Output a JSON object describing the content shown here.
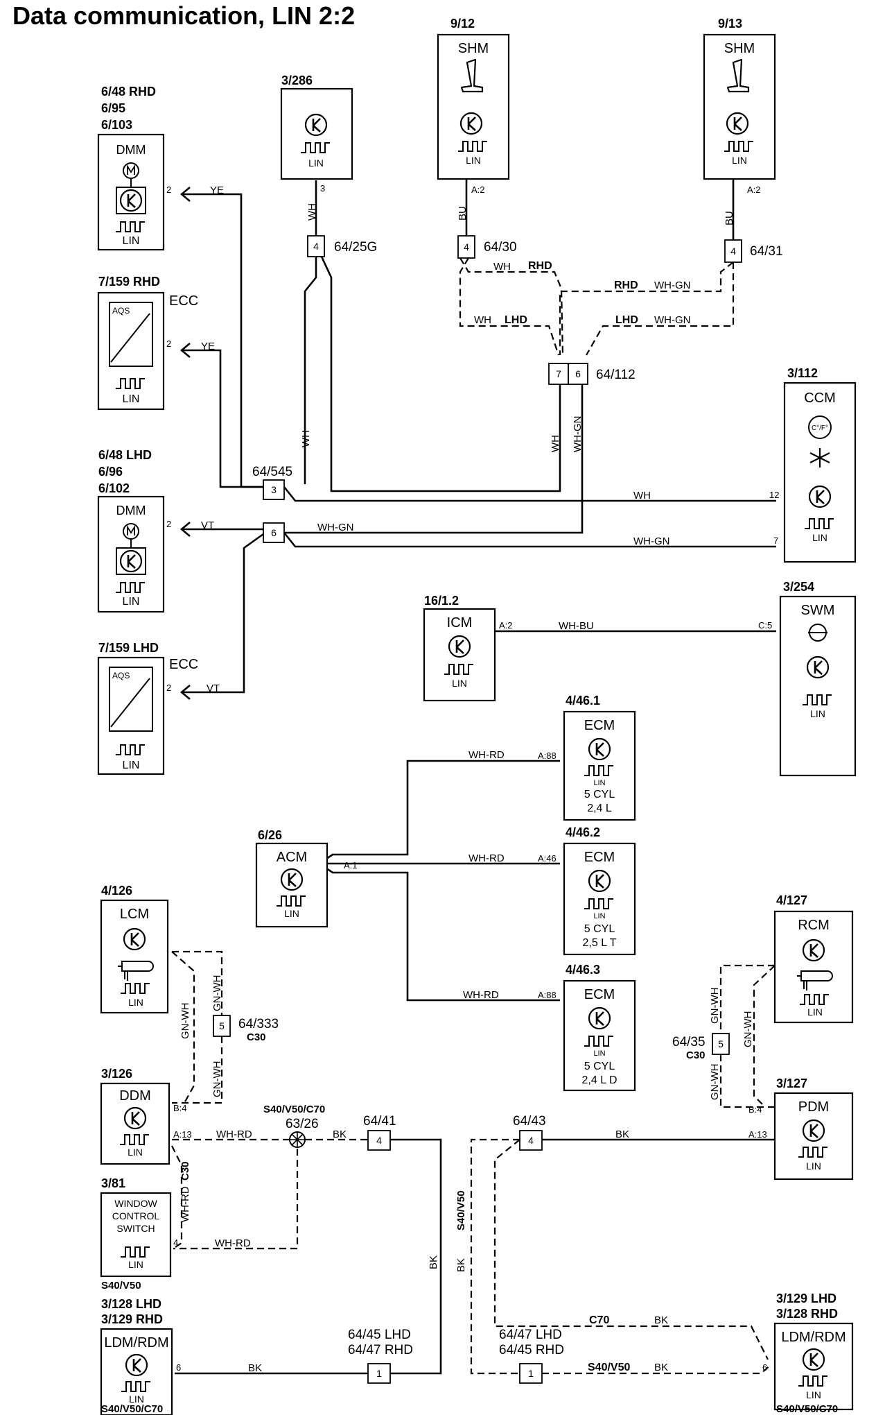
{
  "title": "Data communication, LIN 2:2",
  "components": {
    "dmm_rhd": {
      "refs": [
        "6/48 RHD",
        "6/95",
        "6/103"
      ],
      "name": "DMM",
      "lin": "LIN",
      "pin": "2"
    },
    "ecc_rhd": {
      "ref": "7/159 RHD",
      "name": "ECC",
      "aqs": "AQS",
      "lin": "LIN",
      "pin": "2"
    },
    "dmm_lhd": {
      "refs": [
        "6/48 LHD",
        "6/96",
        "6/102"
      ],
      "name": "DMM",
      "lin": "LIN",
      "pin": "2"
    },
    "ecc_lhd": {
      "ref": "7/159 LHD",
      "name": "ECC",
      "aqs": "AQS",
      "lin": "LIN",
      "pin": "2"
    },
    "m286": {
      "ref": "3/286",
      "lin": "LIN",
      "pin": "3"
    },
    "shm_912": {
      "ref": "9/12",
      "name": "SHM",
      "lin": "LIN",
      "pin": "A:2"
    },
    "shm_913": {
      "ref": "9/13",
      "name": "SHM",
      "lin": "LIN",
      "pin": "A:2"
    },
    "ccm": {
      "ref": "3/112",
      "name": "CCM",
      "temp": "C°/F°",
      "lin": "LIN",
      "pin_wh": "12",
      "pin_whgn": "7"
    },
    "icm": {
      "ref": "16/1.2",
      "name": "ICM",
      "lin": "LIN",
      "pin": "A:2"
    },
    "swm": {
      "ref": "3/254",
      "name": "SWM",
      "lin": "LIN",
      "pin": "C:5"
    },
    "ecm1": {
      "ref": "4/46.1",
      "name": "ECM",
      "lin": "LIN",
      "l1": "5 CYL",
      "l2": "2,4 L",
      "pin": "A:88"
    },
    "ecm2": {
      "ref": "4/46.2",
      "name": "ECM",
      "lin": "LIN",
      "l1": "5 CYL",
      "l2": "2,5 L T",
      "pin": "A:46"
    },
    "ecm3": {
      "ref": "4/46.3",
      "name": "ECM",
      "lin": "LIN",
      "l1": "5 CYL",
      "l2": "2,4 L D",
      "pin": "A:88"
    },
    "acm": {
      "ref": "6/26",
      "name": "ACM",
      "lin": "LIN",
      "pin": "A:1"
    },
    "lcm": {
      "ref": "4/126",
      "name": "LCM",
      "lin": "LIN"
    },
    "ddm": {
      "ref": "3/126",
      "name": "DDM",
      "lin": "LIN",
      "pin_b": "B:4",
      "pin_a": "A:13"
    },
    "wcs": {
      "ref": "3/81",
      "l1": "WINDOW",
      "l2": "CONTROL",
      "l3": "SWITCH",
      "lin": "LIN",
      "pin": "4",
      "note": "S40/V50"
    },
    "ldm_left": {
      "refs": [
        "3/128 LHD",
        "3/129 RHD"
      ],
      "name": "LDM/RDM",
      "lin": "LIN",
      "pin": "6",
      "note": "S40/V50/C70"
    },
    "rcm": {
      "ref": "4/127",
      "name": "RCM",
      "lin": "LIN"
    },
    "pdm": {
      "ref": "3/127",
      "name": "PDM",
      "lin": "LIN",
      "pin_b": "B:4",
      "pin_a": "A:13"
    },
    "ldm_right": {
      "refs": [
        "3/129 LHD",
        "3/128 RHD"
      ],
      "name": "LDM/RDM",
      "lin": "LIN",
      "pin": "6",
      "note": "S40/V50/C70"
    }
  },
  "connectors": {
    "c64_25g": {
      "num": "4",
      "label": "64/25G"
    },
    "c64_30": {
      "num": "4",
      "label": "64/30"
    },
    "c64_31": {
      "num": "4",
      "label": "64/31"
    },
    "c64_112": {
      "num_a": "7",
      "num_b": "6",
      "label": "64/112"
    },
    "c64_545": {
      "num_a": "3",
      "num_b": "6",
      "label": "64/545"
    },
    "c64_333": {
      "num": "5",
      "label": "64/333",
      "sub": "C30"
    },
    "c64_35": {
      "num": "5",
      "label": "64/35",
      "sub": "C30"
    },
    "c64_41": {
      "num": "4",
      "label": "64/41"
    },
    "c64_43": {
      "num": "4",
      "label": "64/43"
    },
    "splice_63_26": {
      "label": "63/26",
      "note": "S40/V50/C70"
    },
    "c64_45_left": {
      "num": "1",
      "l1": "64/45 LHD",
      "l2": "64/47 RHD"
    },
    "c64_47_right": {
      "num": "1",
      "l1": "64/47 LHD",
      "l2": "64/45 RHD"
    }
  },
  "wire_labels": {
    "ye": "YE",
    "vt": "VT",
    "wh": "WH",
    "wh_gn": "WH-GN",
    "bu": "BU",
    "wh_bu": "WH-BU",
    "wh_rd": "WH-RD",
    "gn_wh": "GN-WH",
    "bk": "BK",
    "rhd": "RHD",
    "lhd": "LHD",
    "c30": "C30",
    "c70": "C70",
    "s40v50": "S40/V50",
    "s40v50c70": "S40/V50/C70"
  }
}
